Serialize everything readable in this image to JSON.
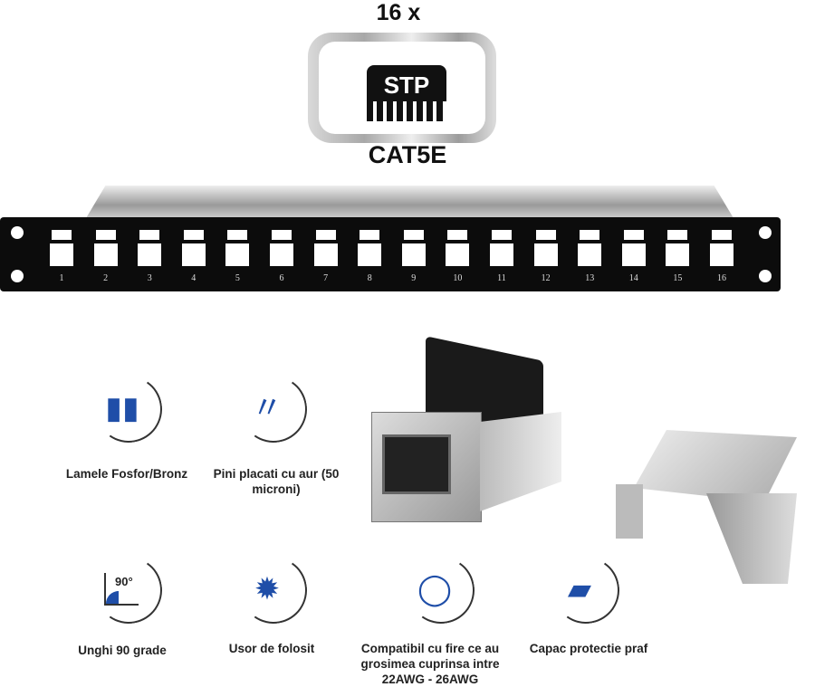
{
  "header": {
    "count": "16 x",
    "badge_text": "STP",
    "category": "CAT5E"
  },
  "panel": {
    "port_numbers": [
      "1",
      "2",
      "3",
      "4",
      "5",
      "6",
      "7",
      "8",
      "9",
      "10",
      "11",
      "12",
      "13",
      "14",
      "15",
      "16"
    ]
  },
  "features": [
    {
      "label": "Lamele Fosfor/Bronz",
      "icon": "contact-blades-icon"
    },
    {
      "label": "Pini placati cu aur (50 microni)",
      "icon": "gold-pins-icon"
    },
    {
      "label": "Unghi 90 grade",
      "icon": "angle-90-icon",
      "icon_text": "90°"
    },
    {
      "label": "Usor de folosit",
      "icon": "gear-icon"
    },
    {
      "label": "Compatibil cu fire ce au grosimea cuprinsa intre 22AWG - 26AWG",
      "icon": "cable-coil-icon"
    },
    {
      "label": "Capac protectie praf",
      "icon": "dust-cover-icon"
    }
  ],
  "colors": {
    "accent": "#1f4ea8",
    "panel": "#0c0c0c"
  }
}
